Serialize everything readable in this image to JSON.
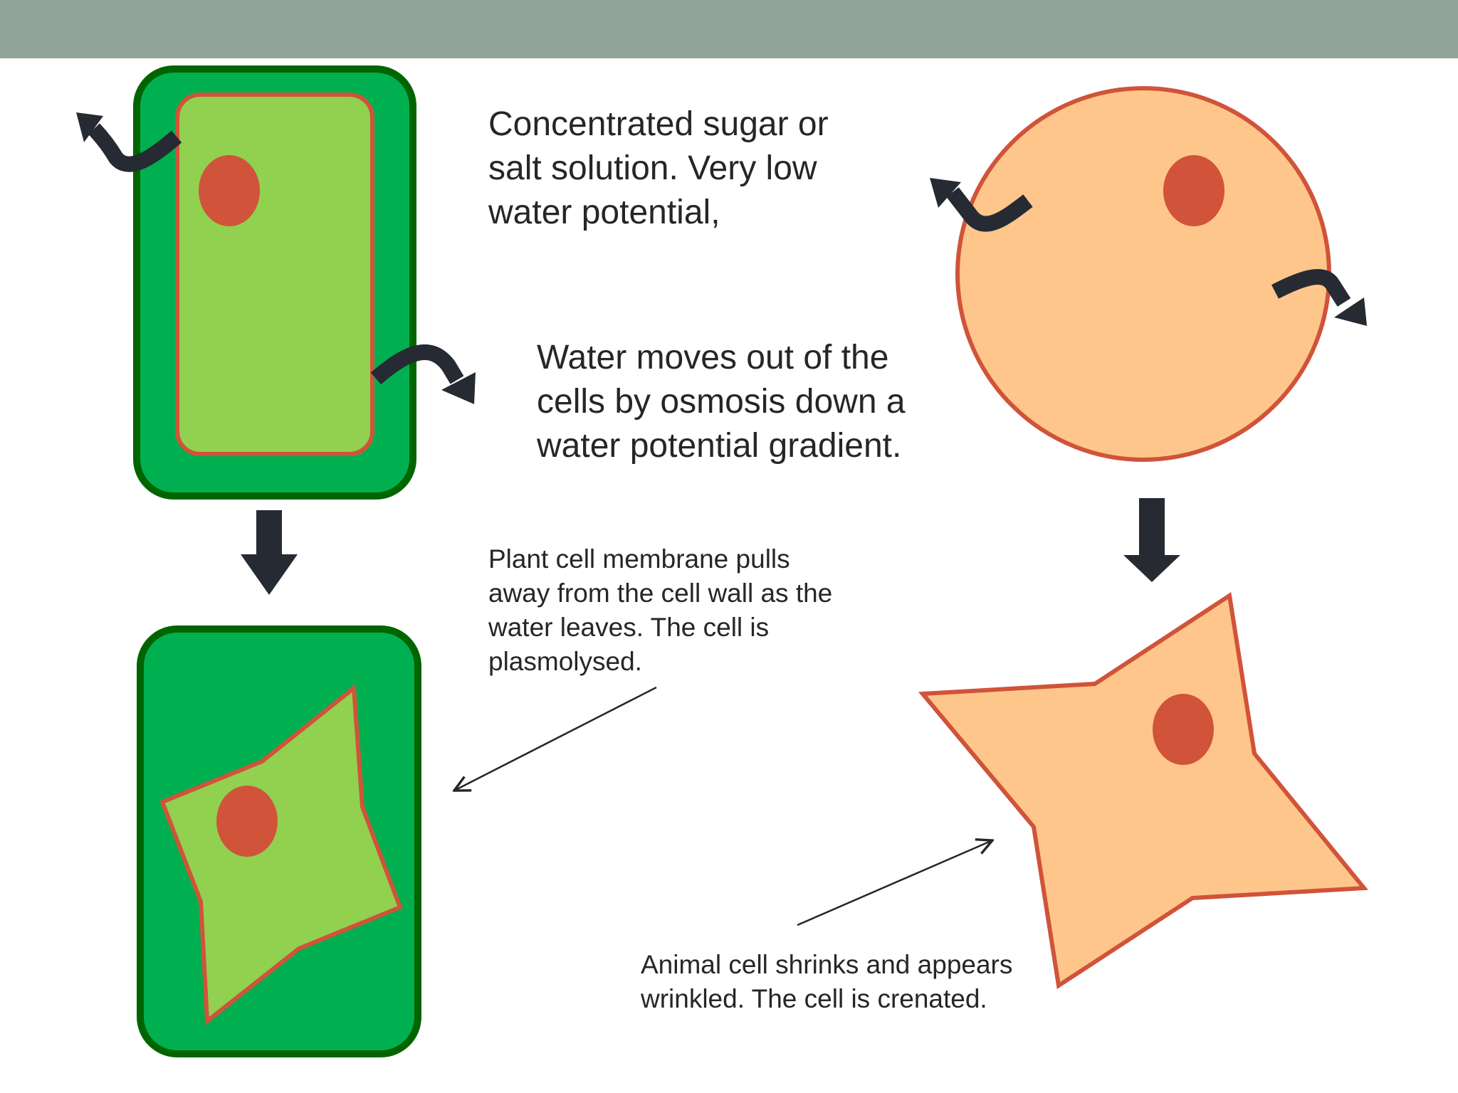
{
  "colors": {
    "header_band": "#93a59a",
    "cell_wall_fill": "#00b050",
    "cell_wall_stroke": "#006400",
    "cytoplasm": "#92d050",
    "membrane": "#d0533a",
    "nucleus": "#d0533a",
    "animal_cell": "#ffc68b",
    "arrow": "#262a33",
    "pointer_line": "#262626",
    "text": "#262626"
  },
  "icons": {
    "water_out": "curved-arrow-icon",
    "transition": "down-arrow-icon",
    "pointer": "thin-arrow-icon"
  },
  "labels": {
    "solution": "Concentrated sugar or salt solution. Very low water potential,",
    "osmosis": "Water moves out of the cells by osmosis down a water potential gradient.",
    "plasmolysed": "Plant cell membrane pulls away from the cell wall as the water leaves. The cell is plasmolysed.",
    "crenated": "Animal cell shrinks and appears wrinkled. The cell is crenated."
  }
}
